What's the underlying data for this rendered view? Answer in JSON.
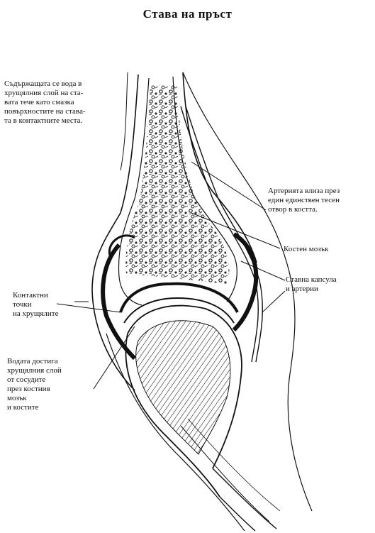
{
  "title": "Става на пръст",
  "labels": {
    "water_layer": "Съдържащата се вода в\nхрущялния слой на ста-\nвата тече като смазка\nповърхностите на ставa-\nта в контактните места.",
    "artery": "Артерията влиза през\nедин единствен тесен\nотвор в костта.",
    "bone_marrow": "Костен мозък",
    "capsule": "Ставна капсула\nи артерии",
    "contact": "Контактни\nточки\nна хрущялите",
    "water_reach": "Водата достига\nхрущялния слой\nот сосудите\nпрез костния\nмозък\nи костите"
  }
}
